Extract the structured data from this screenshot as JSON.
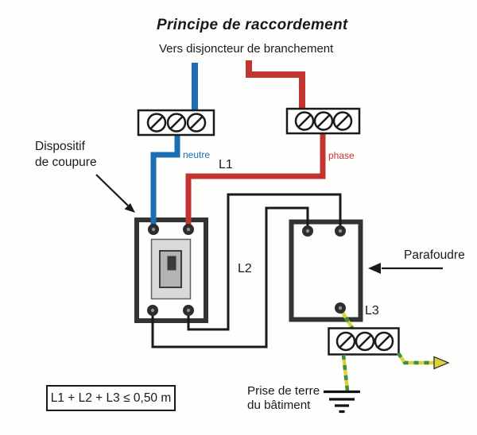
{
  "title": "Principe de raccordement",
  "subtitle": "Vers disjoncteur de branchement",
  "wire_labels": {
    "neutral": "neutre",
    "phase": "phase",
    "l1": "L1",
    "l2": "L2",
    "l3": "L3"
  },
  "annotations": {
    "cutoff_device_line1": "Dispositif",
    "cutoff_device_line2": "de coupure",
    "surge_protector": "Parafoudre",
    "earth_line1": "Prise de terre",
    "earth_line2": "du bâtiment",
    "length_rule": "L1 + L2 + L3 ≤ 0,50 m"
  },
  "colors": {
    "neutral_wire": "#1c6eb4",
    "phase_wire": "#c23430",
    "earth_yellow": "#d9d23e",
    "earth_green": "#3e8e3e",
    "device_border": "#333333",
    "wire_black": "#1a1a1a"
  }
}
